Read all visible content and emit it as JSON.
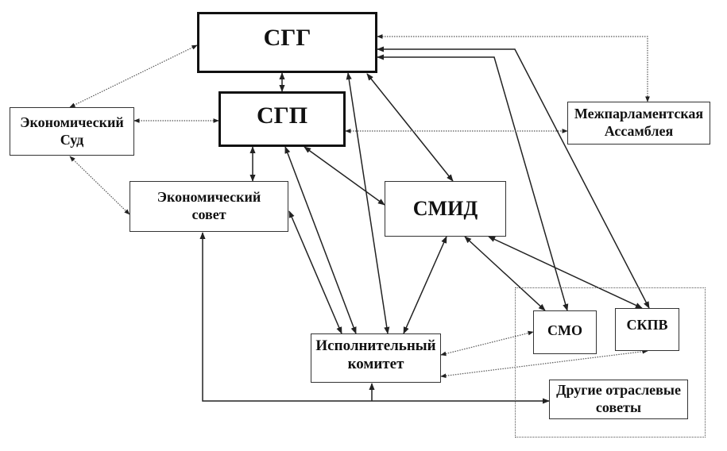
{
  "diagram": {
    "nodes": {
      "sgg": "СГГ",
      "sgp": "СГП",
      "econ_court": "Экономический\nСуд",
      "econ_council": "Экономический\nсовет",
      "smid": "СМИД",
      "interparl": "Межпарламентская\nАссамблея",
      "exec_committee": "Исполнительный\nкомитет",
      "smo": "СМО",
      "skpv": "СКПВ",
      "other_councils": "Другие отраслевые\nсоветы"
    },
    "edges": [
      {
        "from": "sgg",
        "to": "sgp",
        "style": "solid",
        "arrows": "both"
      },
      {
        "from": "sgg",
        "to": "econ_court",
        "style": "dotted",
        "arrows": "both"
      },
      {
        "from": "sgg",
        "to": "interparl",
        "style": "dotted",
        "arrows": "both"
      },
      {
        "from": "sgg",
        "to": "smid",
        "style": "solid",
        "arrows": "both"
      },
      {
        "from": "sgg",
        "to": "exec_committee",
        "style": "solid",
        "arrows": "both"
      },
      {
        "from": "sgg",
        "to": "smo",
        "style": "solid",
        "arrows": "both"
      },
      {
        "from": "sgg",
        "to": "skpv",
        "style": "solid",
        "arrows": "both"
      },
      {
        "from": "sgp",
        "to": "econ_court",
        "style": "dotted",
        "arrows": "both"
      },
      {
        "from": "sgp",
        "to": "interparl",
        "style": "dotted",
        "arrows": "both"
      },
      {
        "from": "sgp",
        "to": "econ_council",
        "style": "solid",
        "arrows": "both"
      },
      {
        "from": "sgp",
        "to": "smid",
        "style": "solid",
        "arrows": "both"
      },
      {
        "from": "sgp",
        "to": "exec_committee",
        "style": "solid",
        "arrows": "both"
      },
      {
        "from": "econ_court",
        "to": "econ_council",
        "style": "dotted",
        "arrows": "both"
      },
      {
        "from": "econ_council",
        "to": "exec_committee",
        "style": "solid",
        "arrows": "both"
      },
      {
        "from": "smid",
        "to": "exec_committee",
        "style": "solid",
        "arrows": "both"
      },
      {
        "from": "smid",
        "to": "smo",
        "style": "solid",
        "arrows": "both"
      },
      {
        "from": "smid",
        "to": "skpv",
        "style": "solid",
        "arrows": "both"
      },
      {
        "from": "exec_committee",
        "to": "smo",
        "style": "dotted",
        "arrows": "both"
      },
      {
        "from": "exec_committee",
        "to": "skpv",
        "style": "dotted",
        "arrows": "both"
      },
      {
        "from": "bus",
        "to": "econ_council",
        "style": "solid",
        "arrows": "end"
      },
      {
        "from": "bus",
        "to": "exec_committee",
        "style": "solid",
        "arrows": "end"
      },
      {
        "from": "bus",
        "to": "other_councils",
        "style": "solid",
        "arrows": "end"
      }
    ],
    "groups": [
      {
        "name": "sectoral-councils-group",
        "members": [
          "smo",
          "skpv",
          "other_councils"
        ],
        "style": "dotted"
      }
    ]
  }
}
